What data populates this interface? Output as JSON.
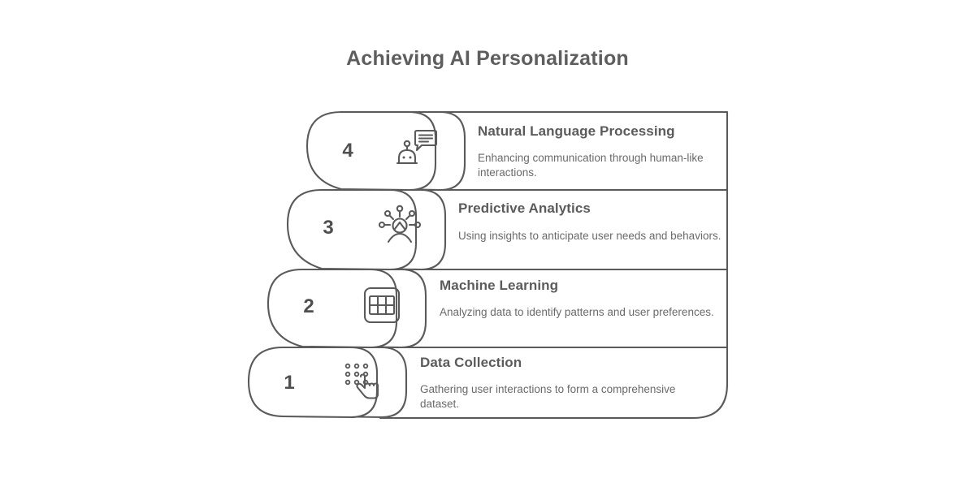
{
  "title": "Achieving AI Personalization",
  "colors": {
    "outline": "#5a5a5a",
    "title_text": "#5e5e5e",
    "heading_text": "#5b5b5b",
    "body_text": "#6a6a6a",
    "number_text": "#4f4f4f",
    "panel_fill": "#ffffff",
    "background": "#ffffff"
  },
  "steps": [
    {
      "number": "4",
      "icon": "robot-chat-icon",
      "heading": "Natural Language Processing",
      "description": "Enhancing communication through human-like interactions."
    },
    {
      "number": "3",
      "icon": "insight-network-icon",
      "heading": "Predictive Analytics",
      "description": "Using insights to anticipate user needs and behaviors."
    },
    {
      "number": "2",
      "icon": "data-grid-icon",
      "heading": "Machine Learning",
      "description": "Analyzing data to identify patterns and user preferences."
    },
    {
      "number": "1",
      "icon": "touch-dots-icon",
      "heading": "Data Collection",
      "description": "Gathering user interactions to form a comprehensive dataset."
    }
  ]
}
